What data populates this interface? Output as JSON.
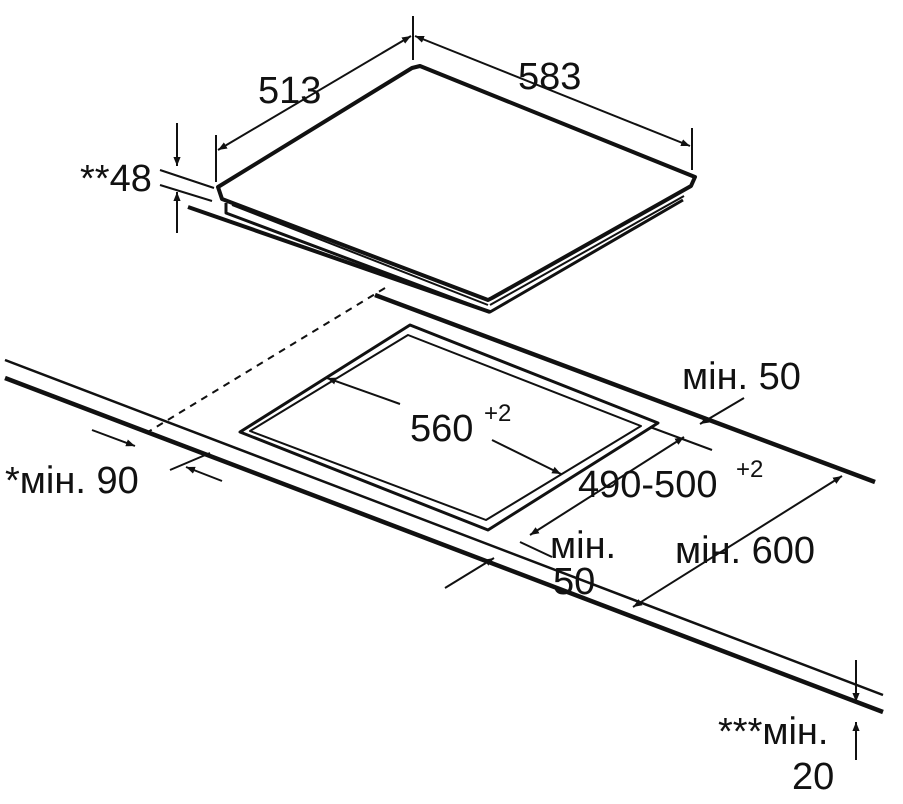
{
  "labels": {
    "hob_depth": "513",
    "hob_width": "583",
    "hob_height": "**48",
    "cutout_width": "560",
    "cutout_width_tol": "+2",
    "cutout_depth": "490-500",
    "cutout_depth_tol": "+2",
    "min_back": "мін. 50",
    "min_front_line1": "мін.",
    "min_front_line2": "50",
    "min_side": "*мін. 90",
    "min_worktop": "мін. 600",
    "min_below_line1": "***мін.",
    "min_below_line2": "20"
  },
  "colors": {
    "stroke": "#111111",
    "background": "#ffffff"
  }
}
